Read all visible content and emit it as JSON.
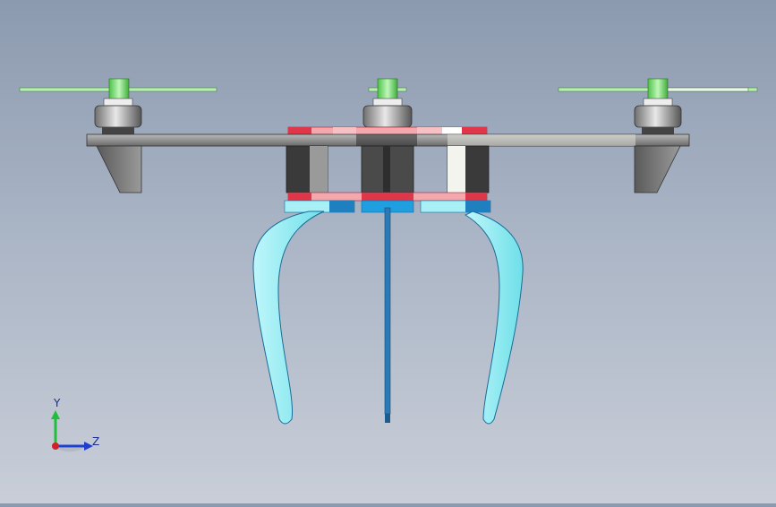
{
  "window": {
    "title": "",
    "background_top": "#8c9aaf",
    "background_bottom": "#c9ced8"
  },
  "model": {
    "name": "quadcopter-with-gripper",
    "colors": {
      "propeller": "#b6f0b0",
      "prop_hub": "#7fe07a",
      "motor_metal": "#c8c8c8",
      "arm": "#8e8e8e",
      "frame_dark": "#3c3c3c",
      "frame_red": "#e0364a",
      "frame_pink": "#f4a8ad",
      "claw": "#9ff0f5",
      "claw_blue": "#1f8ecf",
      "rod": "#2a7ab8"
    }
  },
  "triad": {
    "y_label": "Y",
    "z_label": "Z",
    "y_color": "#1fbf3a",
    "z_color": "#1f3fd0",
    "x_color": "#d0202a"
  }
}
